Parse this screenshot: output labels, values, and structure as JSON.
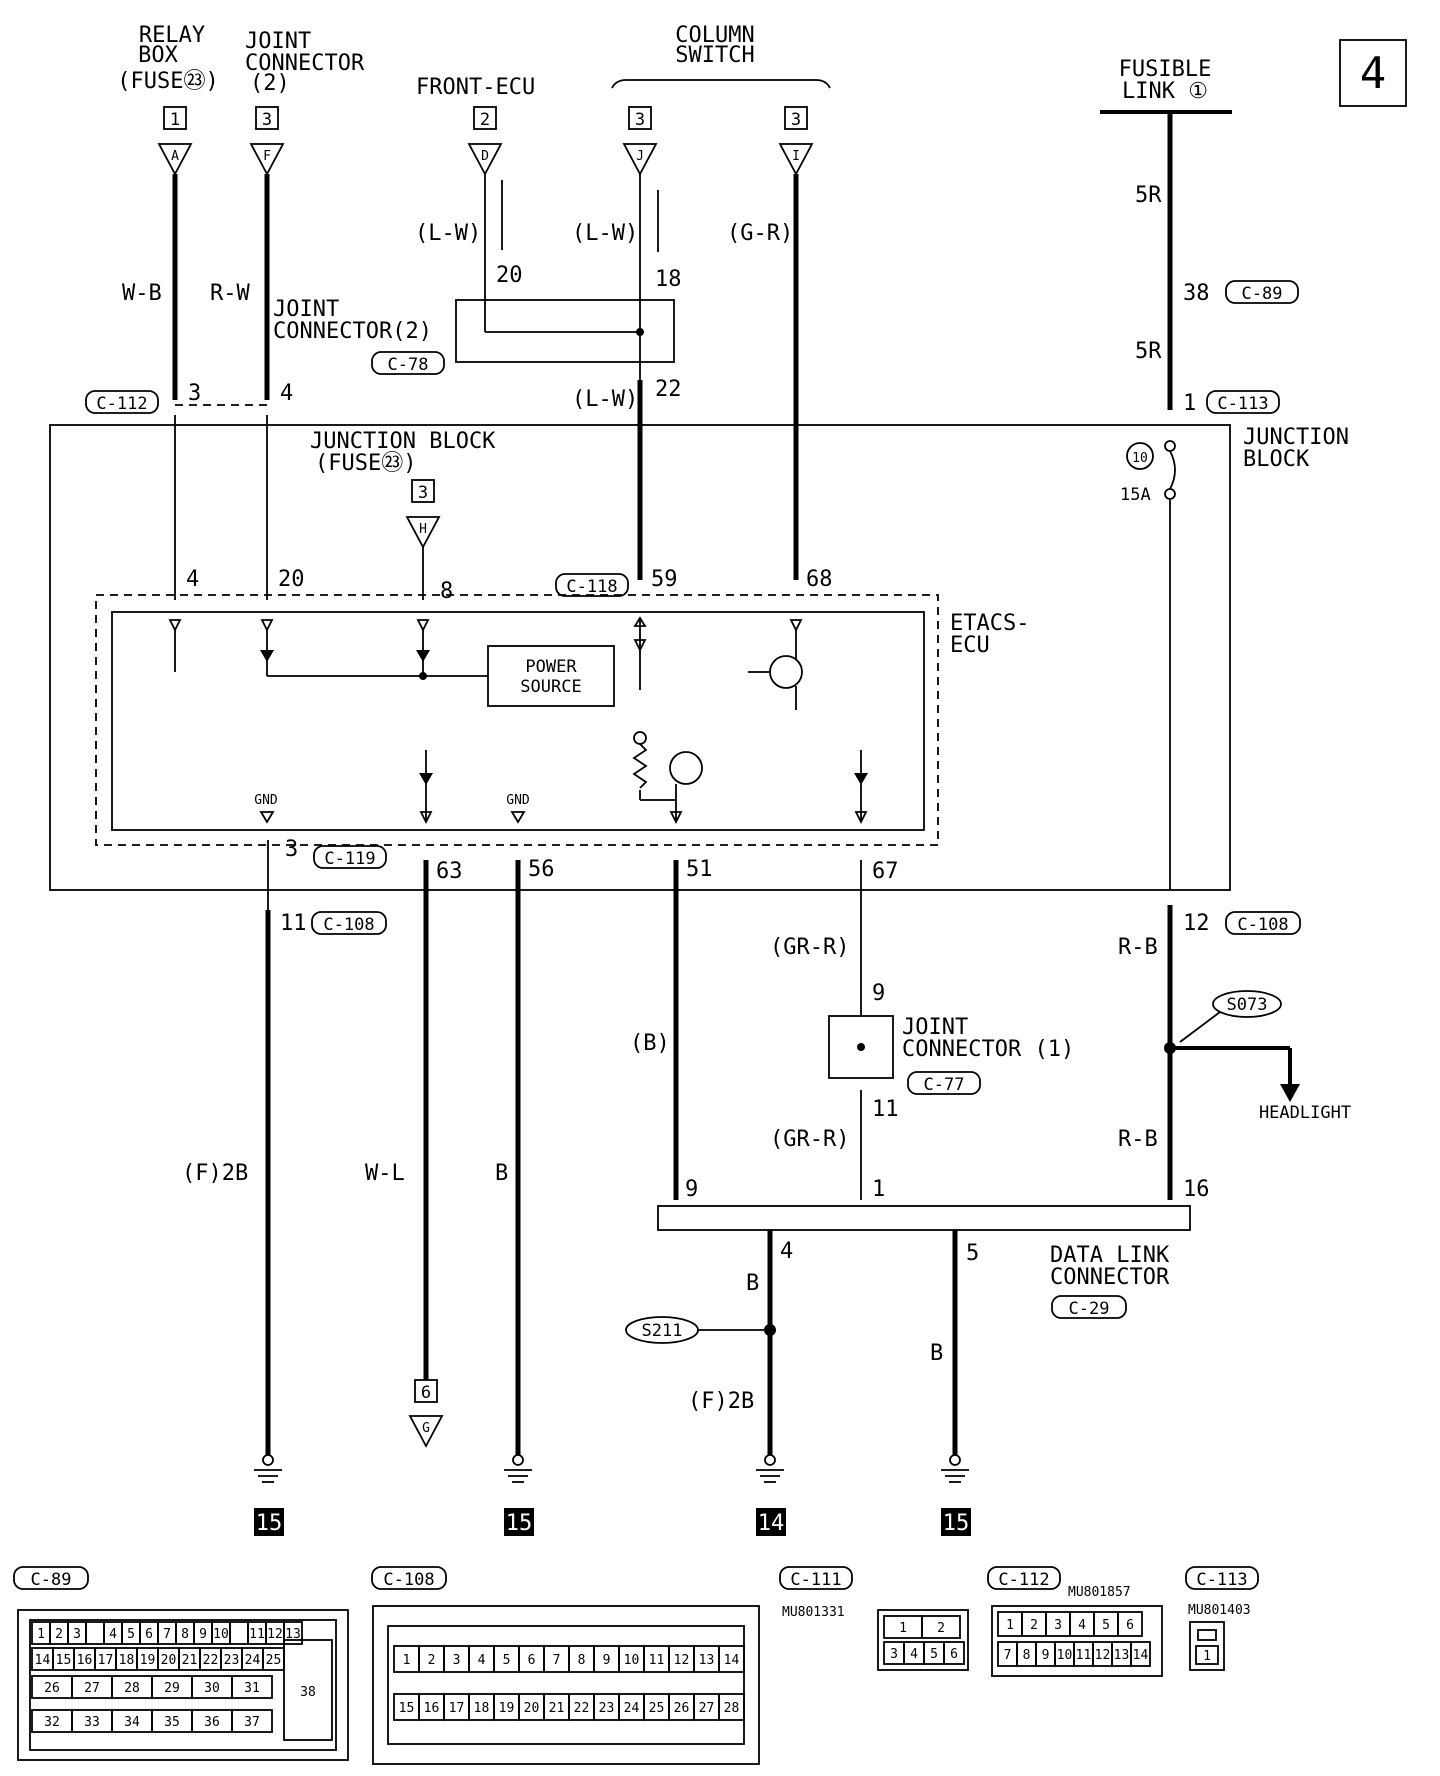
{
  "page_number": "4",
  "sources": {
    "relay_box": {
      "lines": [
        "RELAY",
        "BOX",
        "(FUSE㉓)"
      ],
      "page": "1",
      "connector": "A"
    },
    "joint_connector_2_top": {
      "lines": [
        "JOINT",
        "CONNECTOR",
        "(2)"
      ],
      "page": "3",
      "connector": "F"
    },
    "front_ecu": {
      "title": "FRONT-ECU",
      "page": "2",
      "connector": "D"
    },
    "column_switch": {
      "lines": [
        "COLUMN",
        "SWITCH"
      ],
      "page_j": "3",
      "connector_j": "J",
      "page_i": "3",
      "connector_i": "I"
    },
    "fusible_link": {
      "lines": [
        "FUSIBLE",
        "LINK ①"
      ]
    }
  },
  "wires": {
    "wb": "W-B",
    "rw": "R-W",
    "lw1": "(L-W)",
    "lw2": "(L-W)",
    "lw3": "(L-W)",
    "gr": "(G-R)",
    "r5a": "5R",
    "r5b": "5R",
    "f2b_left": "(F)2B",
    "wl": "W-L",
    "b_mid": "B",
    "b_paren": "(B)",
    "grr_top": "(GR-R)",
    "grr_bot": "(GR-R)",
    "rb_top": "R-B",
    "rb_bot": "R-B",
    "b_dlc4": "B",
    "f2b_dlc": "(F)2B",
    "b_dlc5": "B"
  },
  "pins": {
    "c112_3": "3",
    "c112_4": "4",
    "jc2_20": "20",
    "jc2_18": "18",
    "jc2_22": "22",
    "c89_38": "38",
    "c113_1": "1",
    "jb_4": "4",
    "jb_20": "20",
    "jb_8": "8",
    "c118_59": "59",
    "c118_68": "68",
    "c119_3": "3",
    "c108_11": "11",
    "e63": "63",
    "e56": "56",
    "e51": "51",
    "e67": "67",
    "c108_12": "12",
    "jc1_9": "9",
    "jc1_11": "11",
    "dlc_9": "9",
    "dlc_1": "1",
    "dlc_16": "16",
    "dlc_4": "4",
    "dlc_5": "5"
  },
  "components": {
    "joint_connector_2": {
      "lines": [
        "JOINT",
        "CONNECTOR(2)"
      ],
      "code": "C-78"
    },
    "junction_block_left": {
      "lines": [
        "JUNCTION BLOCK",
        "(FUSE㉓)"
      ],
      "page": "3",
      "connector": "H"
    },
    "junction_block_right": {
      "lines": [
        "JUNCTION",
        "BLOCK"
      ]
    },
    "fuse": {
      "number": "10",
      "rating": "15A"
    },
    "etacs": {
      "lines": [
        "ETACS-",
        "ECU"
      ]
    },
    "power_source": {
      "lines": [
        "POWER",
        "SOURCE"
      ]
    },
    "gnd_left": "GND",
    "gnd_right": "GND",
    "joint_connector_1": {
      "lines": [
        "JOINT",
        "CONNECTOR (1)"
      ],
      "code": "C-77"
    },
    "splice_s073": "S073",
    "headlight": "HEADLIGHT",
    "data_link": {
      "lines": [
        "DATA LINK",
        "CONNECTOR"
      ],
      "code": "C-29"
    },
    "splice_s211": "S211"
  },
  "connector_codes": {
    "c112": "C-112",
    "c113": "C-113",
    "c89": "C-89",
    "c118": "C-118",
    "c119": "C-119",
    "c108a": "C-108",
    "c108b": "C-108"
  },
  "grounds": {
    "g1": "15",
    "g2": "15",
    "g3": "14",
    "g4": "15",
    "to_page": "6",
    "to_connector": "G"
  },
  "connector_views": {
    "c89": {
      "code": "C-89",
      "row1": [
        "1",
        "2",
        "3",
        "",
        "4",
        "5",
        "6",
        "7",
        "8",
        "9",
        "10",
        "",
        "11",
        "12",
        "13"
      ],
      "row2": [
        "14",
        "15",
        "16",
        "17",
        "18",
        "19",
        "20",
        "21",
        "22",
        "23",
        "24",
        "25"
      ],
      "row3": [
        "26",
        "27",
        "28",
        "29",
        "30",
        "31"
      ],
      "row4": [
        "32",
        "33",
        "34",
        "35",
        "36",
        "37"
      ],
      "big": "38"
    },
    "c108": {
      "code": "C-108",
      "row1": [
        "1",
        "2",
        "3",
        "4",
        "5",
        "6",
        "7",
        "8",
        "9",
        "10",
        "11",
        "12",
        "13",
        "14"
      ],
      "row2": [
        "15",
        "16",
        "17",
        "18",
        "19",
        "20",
        "21",
        "22",
        "23",
        "24",
        "25",
        "26",
        "27",
        "28"
      ]
    },
    "c111": {
      "code": "C-111",
      "part": "MU801331",
      "pins": [
        "1",
        "2",
        "3",
        "4",
        "5",
        "6"
      ]
    },
    "c112": {
      "code": "C-112",
      "part": "MU801857",
      "row1": [
        "1",
        "2",
        "3",
        "4",
        "5",
        "6"
      ],
      "row2": [
        "7",
        "8",
        "9",
        "10",
        "11",
        "12",
        "13",
        "14"
      ]
    },
    "c113": {
      "code": "C-113",
      "part": "MU801403",
      "pin": "1"
    }
  }
}
